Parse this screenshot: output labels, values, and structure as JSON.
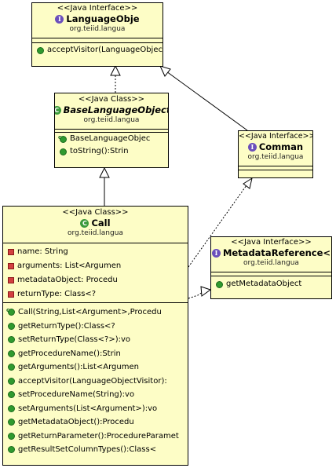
{
  "classes": {
    "language_object": {
      "stereotype": "<<Java Interface>>",
      "name": "LanguageObje",
      "package": "org.teiid.langua",
      "methods": [
        "acceptVisitor(LanguageObjectVisitor):"
      ]
    },
    "base_language_object": {
      "stereotype": "<<Java Class>>",
      "name": "BaseLanguageObject",
      "package": "org.teiid.langua",
      "methods": [
        "BaseLanguageObjec",
        "toString():Strin"
      ]
    },
    "command": {
      "stereotype": "<<Java Interface>>",
      "name": "Comman",
      "package": "org.teiid.langua"
    },
    "call": {
      "stereotype": "<<Java Class>>",
      "name": "Call",
      "package": "org.teiid.langua",
      "fields": [
        "name: String",
        "arguments: List<Argumen",
        "metadataObject: Procedu",
        "returnType: Class<?"
      ],
      "methods": [
        "Call(String,List<Argument>,Procedu",
        "getReturnType():Class<?",
        "setReturnType(Class<?>):vo",
        "getProcedureName():Strin",
        "getArguments():List<Argumen",
        "acceptVisitor(LanguageObjectVisitor):",
        "setProcedureName(String):vo",
        "setArguments(List<Argument>):vo",
        "getMetadataObject():Procedu",
        "getReturnParameter():ProcedureParamet",
        "getResultSetColumnTypes():Class<"
      ]
    },
    "metadata_reference": {
      "stereotype": "<<Java Interface>>",
      "name": "MetadataReference<",
      "package": "org.teiid.langua",
      "methods": [
        "getMetadataObject"
      ]
    }
  }
}
